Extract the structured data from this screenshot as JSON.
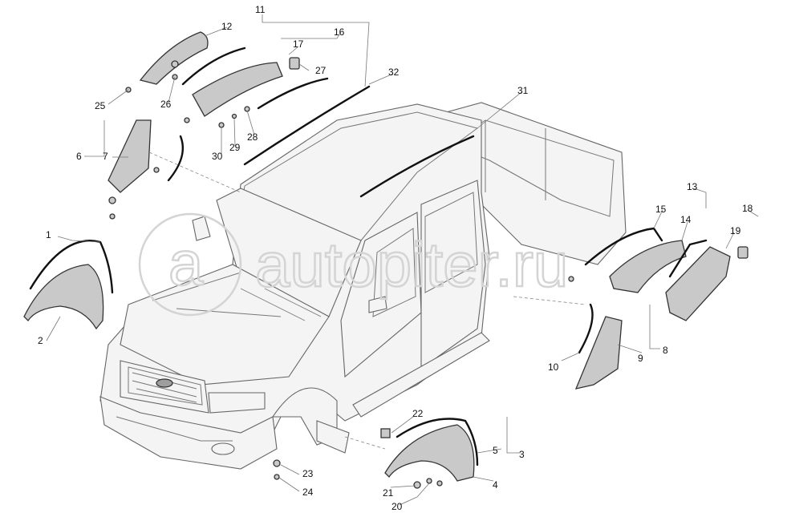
{
  "watermark": {
    "text": "autopiter.ru",
    "logo_letter": "a"
  },
  "callouts": [
    {
      "id": "1"
    },
    {
      "id": "2"
    },
    {
      "id": "3"
    },
    {
      "id": "4"
    },
    {
      "id": "5"
    },
    {
      "id": "6"
    },
    {
      "id": "7"
    },
    {
      "id": "8"
    },
    {
      "id": "9"
    },
    {
      "id": "10"
    },
    {
      "id": "11"
    },
    {
      "id": "12"
    },
    {
      "id": "13"
    },
    {
      "id": "14"
    },
    {
      "id": "15"
    },
    {
      "id": "16"
    },
    {
      "id": "17"
    },
    {
      "id": "18"
    },
    {
      "id": "19"
    },
    {
      "id": "20"
    },
    {
      "id": "21"
    },
    {
      "id": "22"
    },
    {
      "id": "23"
    },
    {
      "id": "24"
    },
    {
      "id": "25"
    },
    {
      "id": "26"
    },
    {
      "id": "27"
    },
    {
      "id": "28"
    },
    {
      "id": "29"
    },
    {
      "id": "30"
    },
    {
      "id": "31"
    },
    {
      "id": "32"
    }
  ],
  "colors": {
    "part_fill": "#c9c9c9",
    "part_dark": "#9e9e9e",
    "outline": "#333333",
    "body_fill": "#f4f4f4",
    "watermark": "#d4d4d4"
  }
}
